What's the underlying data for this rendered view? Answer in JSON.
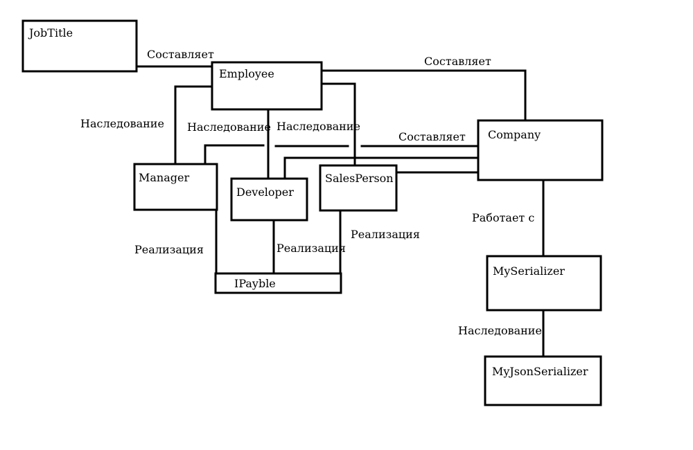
{
  "classes": {
    "job_title": "JobTitle",
    "employee": "Employee",
    "company": "Company",
    "manager": "Manager",
    "developer": "Developer",
    "sales_person": "SalesPerson",
    "ipayble": "IPayble",
    "my_serializer": "MySerializer",
    "my_json_serializer": "MyJsonSerializer"
  },
  "relations": {
    "jobtitle_employee": "Составляет",
    "employee_company": "Составляет",
    "manager_inherits": "Наследование",
    "developer_inherits": "Наследование",
    "salesperson_inherits": "Наследование",
    "staff_company": "Составляет",
    "company_serializer": "Работает с",
    "json_inherits": "Наследование",
    "manager_realizes": "Реализация",
    "developer_realizes": "Реализация",
    "salesperson_realizes": "Реализация"
  },
  "colors": {
    "stroke": "#000000",
    "background": "#ffffff"
  }
}
